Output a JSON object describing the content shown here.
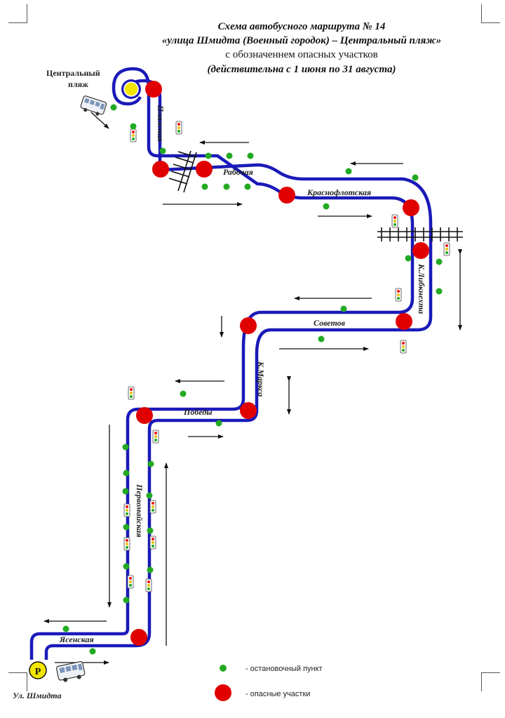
{
  "title": {
    "line1": "Схема автобусного маршрута № 14",
    "line2": "«улица Шмидта (Военный городок)  – Центральный пляж»",
    "line3": "с обозначеннем опасных участков",
    "line4": "(действительна с 1 июня  по 31 августа)"
  },
  "places": {
    "start": "Ул. Шмидта",
    "end_line1": "Центральный",
    "end_line2": "пляж",
    "parking_letter": "P"
  },
  "streets": {
    "plyazhnaya": "Пляжная",
    "rabochaya": "Рабочая",
    "krasnoflotskaya": "Краснофлотская",
    "k_libknekhta": "К.Либкнехта",
    "sovetov": "Советов",
    "k_marksa": "К.Маркса",
    "pobedy": "Победы",
    "pervomayskaya": "Первомайская",
    "yasenskaya": "Ясенская"
  },
  "legend": {
    "stop_label": "- остановочный пункт",
    "danger_label": "- опасные участки"
  },
  "colors": {
    "route": "#1a1ab8",
    "stop": "#22aa22",
    "danger": "#e00000",
    "endpoint": "#f2e600"
  }
}
